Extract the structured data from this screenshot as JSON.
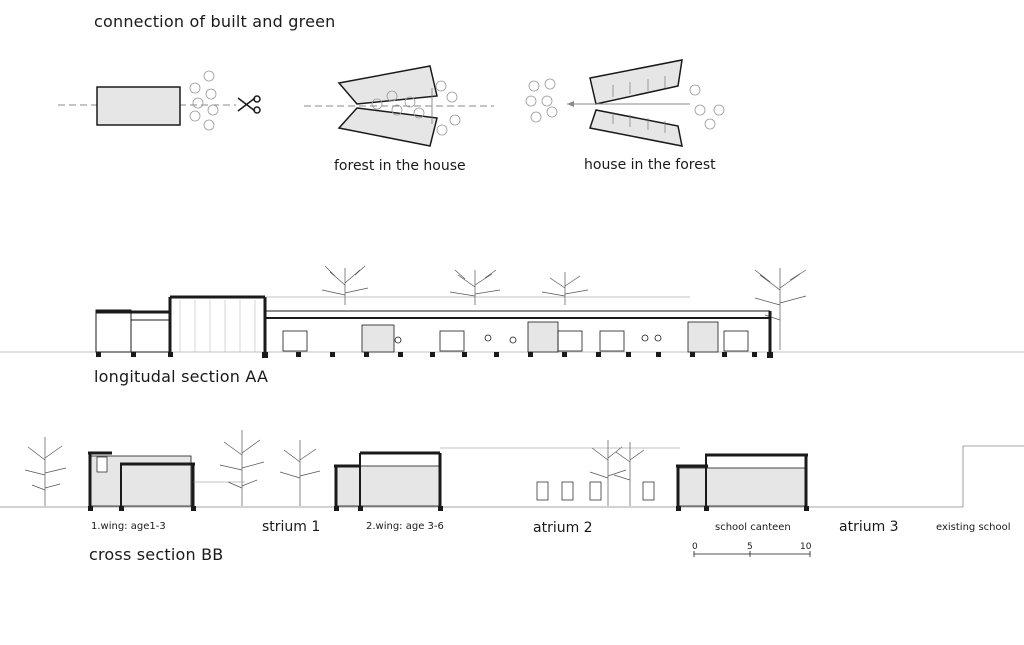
{
  "headings": {
    "connection": "connection of built and green",
    "section_aa": "longitudal  section AA",
    "section_bb": "cross section BB"
  },
  "concepts": {
    "forest_in_house": "forest in the house",
    "house_in_forest": "house in the forest"
  },
  "cross_section_labels": {
    "wing1": "1.wing: age1-3",
    "atrium1": "strium 1",
    "wing2": "2.wing: age 3-6",
    "atrium2": "atrium 2",
    "canteen": "school canteen",
    "atrium3": "atrium 3",
    "existing_school": "existing school"
  },
  "scale_bar": {
    "tick_0": "0",
    "tick_5": "5",
    "tick_10": "10"
  },
  "colors": {
    "line": "#1a1a1a",
    "fill_gray": "#e6e6e6",
    "thin": "#888888"
  },
  "icons": [
    "scissors-icon",
    "tree-icon",
    "arrow-icon"
  ]
}
